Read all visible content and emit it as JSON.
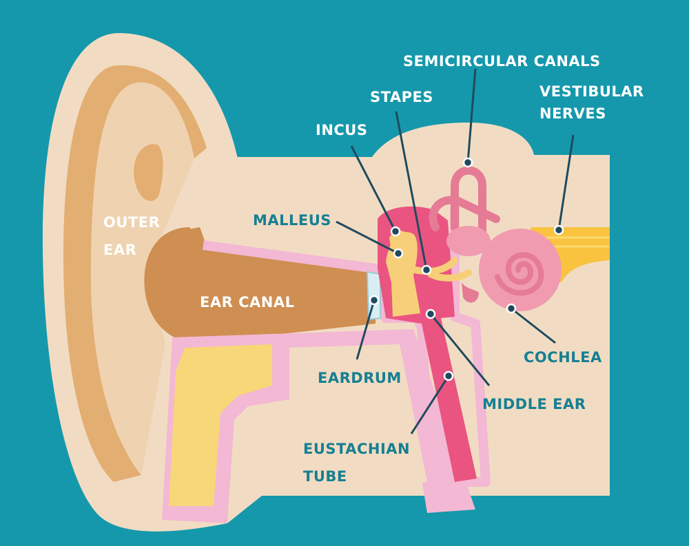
{
  "colors": {
    "background": "#1598ab",
    "skin": "#f1dcc3",
    "outer_ring": "#e3ae72",
    "canal": "#cf8e52",
    "lining": "#f3b8d4",
    "cartilage": "#f7d778",
    "middle_ear": "#ea5481",
    "cochlea": "#f09bb0",
    "nerve": "#f9c340",
    "label_light": "#ffffff",
    "label_dark": "#167f92"
  },
  "labels": {
    "semicircular_canals": "SEMICIRCULAR CANALS",
    "vestibular": [
      "VESTIBULAR",
      "NERVES"
    ],
    "stapes": "STAPES",
    "incus": "INCUS",
    "malleus": "MALLEUS",
    "outer_ear": [
      "OUTER",
      "EAR"
    ],
    "ear_canal": "EAR CANAL",
    "eardrum": "EARDRUM",
    "middle_ear": "MIDDLE EAR",
    "cochlea": "COCHLEA",
    "eustachian": [
      "EUSTACHIAN",
      "TUBE"
    ]
  }
}
